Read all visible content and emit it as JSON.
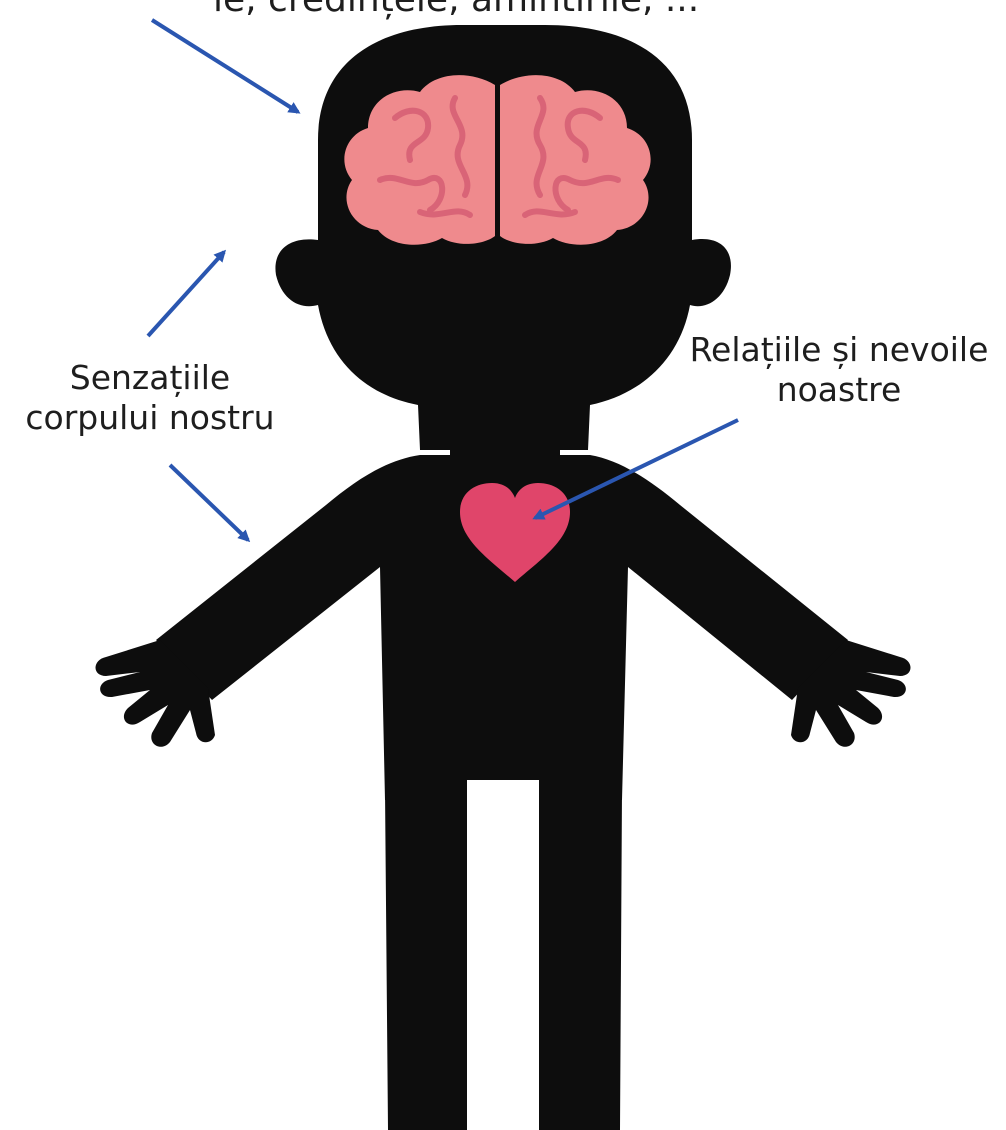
{
  "labels": {
    "top_fragment": "le, credințele, amintirile, ...",
    "body_sensations": [
      "Senzațiile",
      "corpului nostru"
    ],
    "relationships": [
      "Relațiile și nevoile",
      "noastre"
    ]
  },
  "colors": {
    "silhouette": "#0d0d0d",
    "brain": "#ef8a8d",
    "brain_folds": "#d96477",
    "heart": "#e0456a",
    "arrow": "#2a56b0",
    "text": "#1e1e1e"
  },
  "icons": {
    "figure": "human-silhouette",
    "brain": "brain-icon",
    "heart": "heart-icon"
  }
}
